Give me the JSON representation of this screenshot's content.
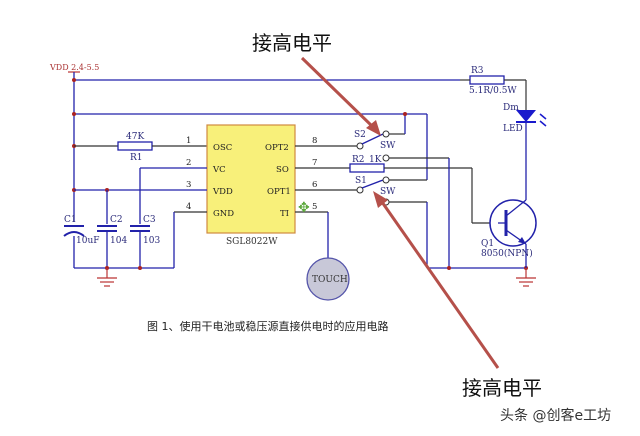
{
  "annotations": {
    "top_label": "接高电平",
    "bottom_label": "接高电平",
    "arrow_color": "#b5504a"
  },
  "supply": {
    "label": "VDD 2.4-5.5"
  },
  "chip": {
    "name": "SGL8022W",
    "fill": "#f8f07a",
    "left_pins": [
      {
        "num": "1",
        "name": "OSC"
      },
      {
        "num": "2",
        "name": "VC"
      },
      {
        "num": "3",
        "name": "VDD"
      },
      {
        "num": "4",
        "name": "GND"
      }
    ],
    "right_pins": [
      {
        "num": "8",
        "name": "OPT2"
      },
      {
        "num": "7",
        "name": "SO"
      },
      {
        "num": "6",
        "name": "OPT1"
      },
      {
        "num": "5",
        "name": "TI"
      }
    ]
  },
  "components": {
    "r1": {
      "ref": "R1",
      "value": "47K"
    },
    "r2": {
      "ref": "R2",
      "value": "1K"
    },
    "r3": {
      "ref": "R3",
      "value": "5.1R/0.5W"
    },
    "c1": {
      "ref": "C1",
      "value": "10uF"
    },
    "c2": {
      "ref": "C2",
      "value": "104"
    },
    "c3": {
      "ref": "C3",
      "value": "103"
    },
    "s1": {
      "ref": "S1",
      "type": "SW"
    },
    "s2": {
      "ref": "S2",
      "type": "SW"
    },
    "led": {
      "ref": "Dm",
      "type": "LED"
    },
    "q1": {
      "ref": "Q1",
      "type": "8050(NPN)"
    },
    "touch": {
      "label": "TOUCH"
    }
  },
  "caption": "图 1、使用干电池或稳压源直接供电时的应用电路",
  "watermark": "头条 @创客e工坊"
}
